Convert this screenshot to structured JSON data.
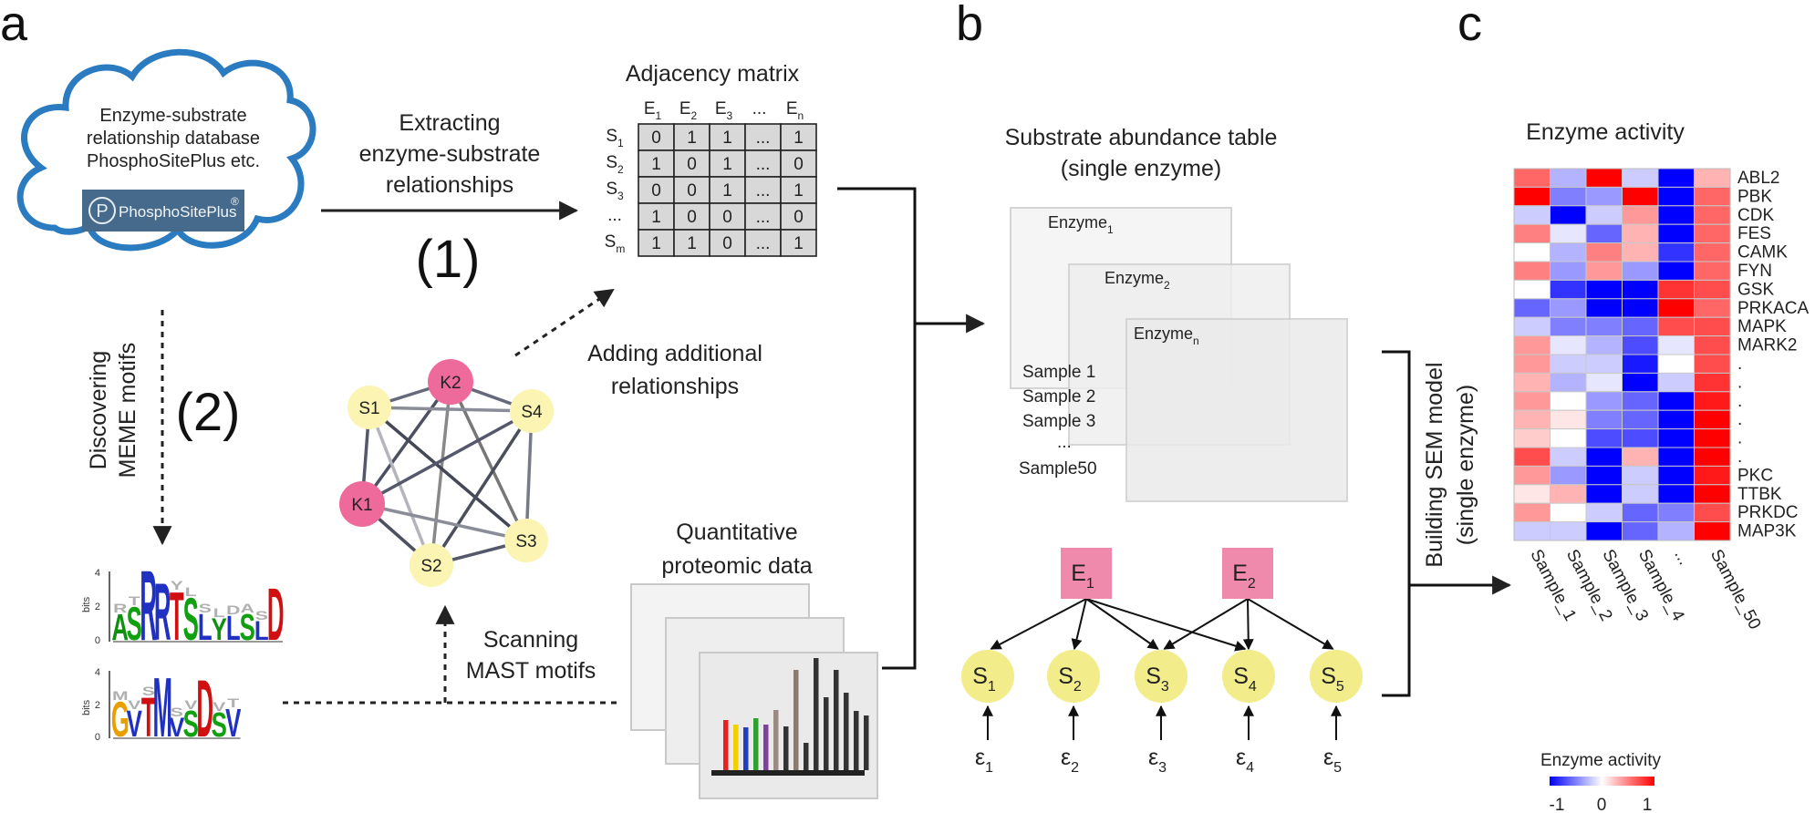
{
  "panel_labels": {
    "a": "a",
    "b": "b",
    "c": "c"
  },
  "database": {
    "line1": "Enzyme-substrate",
    "line2": "relationship database",
    "line3": "PhosphoSitePlus etc.",
    "logo_text": "PhosphoSitePlus",
    "logo_mark": "®"
  },
  "step1": {
    "line1": "Extracting",
    "line2": "enzyme-substrate",
    "line3": "relationships",
    "number": "(1)"
  },
  "step2": {
    "line1": "Discovering",
    "line2": "MEME motifs",
    "number": "(2)"
  },
  "adjacency": {
    "title": "Adjacency matrix",
    "col_headers": [
      {
        "base": "E",
        "sub": "1"
      },
      {
        "base": "E",
        "sub": "2"
      },
      {
        "base": "E",
        "sub": "3"
      },
      {
        "base": "...",
        "sub": ""
      },
      {
        "base": "E",
        "sub": "n"
      }
    ],
    "row_headers": [
      {
        "base": "S",
        "sub": "1"
      },
      {
        "base": "S",
        "sub": "2"
      },
      {
        "base": "S",
        "sub": "3"
      },
      {
        "base": "...",
        "sub": ""
      },
      {
        "base": "S",
        "sub": "m"
      }
    ],
    "rows": [
      [
        "0",
        "1",
        "1",
        "...",
        "1"
      ],
      [
        "1",
        "0",
        "1",
        "...",
        "0"
      ],
      [
        "0",
        "0",
        "1",
        "...",
        "1"
      ],
      [
        "1",
        "0",
        "0",
        "...",
        "0"
      ],
      [
        "1",
        "1",
        "0",
        "...",
        "1"
      ]
    ]
  },
  "network": {
    "nodes": [
      {
        "id": "K2",
        "type": "kinase"
      },
      {
        "id": "S1",
        "type": "substrate"
      },
      {
        "id": "S4",
        "type": "substrate"
      },
      {
        "id": "K1",
        "type": "kinase"
      },
      {
        "id": "S3",
        "type": "substrate"
      },
      {
        "id": "S2",
        "type": "substrate"
      }
    ],
    "colors": {
      "kinase": "#ee6a9a",
      "substrate": "#fbf4b3"
    }
  },
  "adding": {
    "line1": "Adding additional",
    "line2": "relationships"
  },
  "scanning": {
    "line1": "Scanning",
    "line2": "MAST motifs"
  },
  "quant": {
    "line1": "Quantitative",
    "line2": "proteomic data"
  },
  "motifs": {
    "axis_label": "bits",
    "ticks": [
      "4",
      "2",
      "0"
    ],
    "logo1": [
      "A",
      "S",
      "R",
      "R",
      "T",
      "S",
      "L",
      "Y",
      "L",
      "S",
      "L",
      "D"
    ],
    "logo2": [
      "G",
      "V",
      "T",
      "M",
      "V",
      "S",
      "D",
      "S",
      "V"
    ]
  },
  "abundance": {
    "title1": "Substrate abundance table",
    "title2": "(single enzyme)",
    "enzymes": [
      {
        "base": "Enzyme",
        "sub": "1"
      },
      {
        "base": "Enzyme",
        "sub": "2"
      },
      {
        "base": "Enzyme",
        "sub": "n"
      }
    ],
    "samples": [
      "Sample 1",
      "Sample 2",
      "Sample 3",
      "...",
      "Sample50"
    ]
  },
  "sem": {
    "enzymes": [
      {
        "base": "E",
        "sub": "1"
      },
      {
        "base": "E",
        "sub": "2"
      }
    ],
    "substrates": [
      {
        "base": "S",
        "sub": "1"
      },
      {
        "base": "S",
        "sub": "2"
      },
      {
        "base": "S",
        "sub": "3"
      },
      {
        "base": "S",
        "sub": "4"
      },
      {
        "base": "S",
        "sub": "5"
      }
    ],
    "errors": [
      {
        "base": "ε",
        "sub": "1"
      },
      {
        "base": "ε",
        "sub": "2"
      },
      {
        "base": "ε",
        "sub": "3"
      },
      {
        "base": "ε",
        "sub": "4"
      },
      {
        "base": "ε",
        "sub": "5"
      }
    ],
    "colors": {
      "enzyme": "#ef8aad",
      "substrate": "#f2ec8a"
    }
  },
  "building": {
    "line1": "Building SEM model",
    "line2": "(single enzyme)"
  },
  "heatmap": {
    "title": "Enzyme activity",
    "row_labels": [
      "ABL2",
      "PBK",
      "CDK",
      "FES",
      "CAMK",
      "FYN",
      "GSK",
      "PRKACA",
      "MAPK",
      "MARK2",
      ".",
      ".",
      ".",
      ".",
      ".",
      ".",
      "PKC",
      "TTBK",
      "PRKDC",
      "MAP3K"
    ],
    "col_labels": [
      "Sample_1",
      "Sample_2",
      "Sample_3",
      "Sample_4",
      "...",
      "Sample_50"
    ],
    "values": [
      [
        0.6,
        -0.3,
        1.0,
        -0.2,
        -1.0,
        0.3
      ],
      [
        1.0,
        -0.5,
        -0.4,
        1.0,
        -1.0,
        0.6
      ],
      [
        -0.2,
        -1.0,
        -0.2,
        0.4,
        -1.0,
        0.6
      ],
      [
        0.5,
        -0.1,
        -0.6,
        0.3,
        -1.0,
        0.6
      ],
      [
        0.0,
        -0.3,
        0.5,
        0.3,
        -0.8,
        0.6
      ],
      [
        0.5,
        -0.4,
        0.4,
        -0.4,
        -1.0,
        0.6
      ],
      [
        0.0,
        -0.8,
        -1.0,
        -1.0,
        0.8,
        0.7
      ],
      [
        -0.6,
        -0.4,
        -1.0,
        -1.0,
        1.0,
        0.6
      ],
      [
        -0.2,
        -0.5,
        -0.5,
        -0.6,
        0.7,
        0.7
      ],
      [
        0.4,
        -0.1,
        -0.3,
        -0.7,
        -0.1,
        0.7
      ],
      [
        0.4,
        -0.2,
        -0.2,
        -0.9,
        0.0,
        0.7
      ],
      [
        0.3,
        -0.3,
        -0.1,
        -1.0,
        -0.2,
        0.8
      ],
      [
        0.4,
        0.0,
        -0.4,
        -0.6,
        -1.0,
        0.9
      ],
      [
        0.3,
        0.1,
        -0.5,
        -0.6,
        -1.0,
        1.0
      ],
      [
        0.2,
        0.0,
        -0.7,
        -0.7,
        -1.0,
        1.0
      ],
      [
        0.7,
        -0.2,
        -1.0,
        0.3,
        -1.0,
        1.0
      ],
      [
        0.4,
        -0.4,
        -1.0,
        -0.2,
        -1.0,
        0.9
      ],
      [
        0.1,
        0.3,
        -1.0,
        -0.2,
        -1.0,
        1.0
      ],
      [
        0.4,
        0.0,
        -0.2,
        -0.6,
        -0.5,
        0.7
      ],
      [
        -0.2,
        -0.2,
        -1.0,
        -0.6,
        -0.3,
        1.0
      ]
    ],
    "scale_title": "Enzyme activity",
    "scale_ticks": [
      "-1",
      "0",
      "1"
    ],
    "colors": {
      "low": "#0000ff",
      "mid": "#ffffff",
      "high": "#ff0000"
    }
  }
}
